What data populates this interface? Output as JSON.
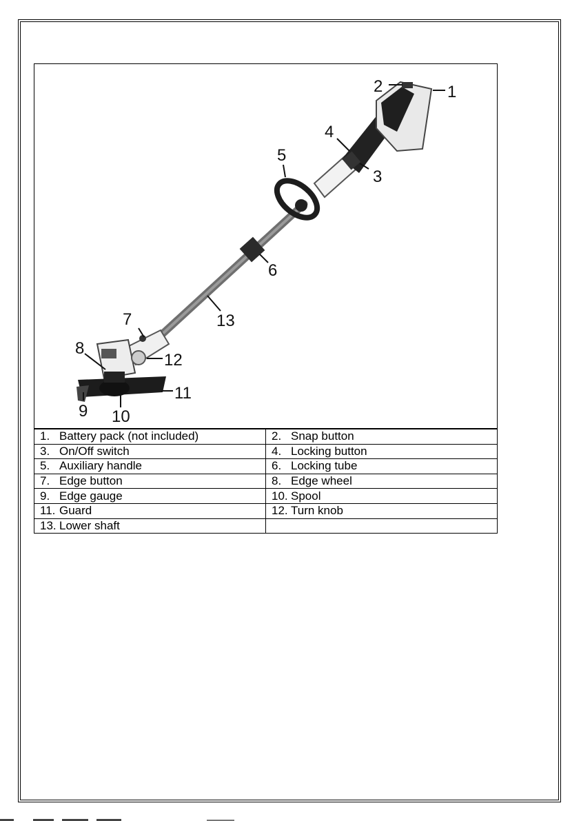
{
  "figure": {
    "callouts": [
      "1",
      "2",
      "3",
      "4",
      "5",
      "6",
      "7",
      "8",
      "9",
      "10",
      "11",
      "12",
      "13"
    ]
  },
  "parts": [
    [
      {
        "num": "1.",
        "label": "Battery pack (not included)"
      },
      {
        "num": "2.",
        "label": "Snap button"
      }
    ],
    [
      {
        "num": "3.",
        "label": "On/Off switch"
      },
      {
        "num": "4.",
        "label": "Locking button"
      }
    ],
    [
      {
        "num": "5.",
        "label": "Auxiliary handle"
      },
      {
        "num": "6.",
        "label": "Locking tube"
      }
    ],
    [
      {
        "num": "7.",
        "label": "Edge button"
      },
      {
        "num": "8.",
        "label": "Edge wheel"
      }
    ],
    [
      {
        "num": "9.",
        "label": "Edge gauge"
      },
      {
        "num": "10.",
        "label": "Spool"
      }
    ],
    [
      {
        "num": "11.",
        "label": "Guard"
      },
      {
        "num": "12.",
        "label": "Turn  knob"
      }
    ],
    [
      {
        "num": "13.",
        "label": "Lower shaft"
      },
      {
        "num": "",
        "label": ""
      }
    ]
  ]
}
